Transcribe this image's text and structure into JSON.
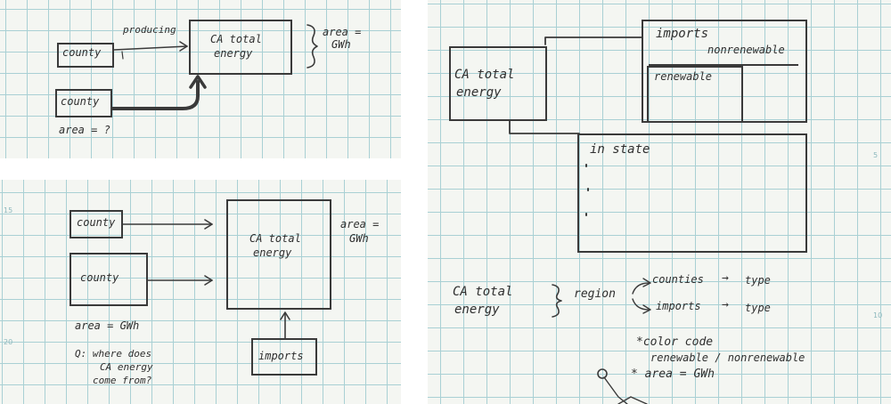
{
  "sketch1": {
    "county_top": "county",
    "county_bottom": "county",
    "producing": "producing",
    "ca_total_line1": "CA total",
    "ca_total_line2": "energy",
    "area_line1": "area =",
    "area_line2": "GWh",
    "area_question": "area = ?"
  },
  "sketch2": {
    "ruler_15": "15",
    "ruler_20": "20",
    "county_small": "county",
    "county_large": "county",
    "ca_total_line1": "CA total",
    "ca_total_line2": "energy",
    "area_line1": "area =",
    "area_line2": "GWh",
    "county_area": "area = GWh",
    "question_line1": "Q: where does",
    "question_line2": "CA energy",
    "question_line3": "come from?",
    "imports": "imports"
  },
  "sketch3": {
    "ruler_5": "5",
    "ruler_10": "10",
    "ca_total_line1": "CA total",
    "ca_total_line2": "energy",
    "imports": "imports",
    "nonrenewable": "nonrenewable",
    "renewable": "renewable",
    "in_state": "in state",
    "legend_ca_line1": "CA total",
    "legend_ca_line2": "energy",
    "region": "region",
    "counties": "counties",
    "imports_branch": "imports",
    "type_top": "type",
    "type_bottom": "type",
    "arrow_glyph": "→",
    "note1_line1": "*color code",
    "note1_line2": "renewable / nonrenewable",
    "note2": "* area = GWh"
  }
}
